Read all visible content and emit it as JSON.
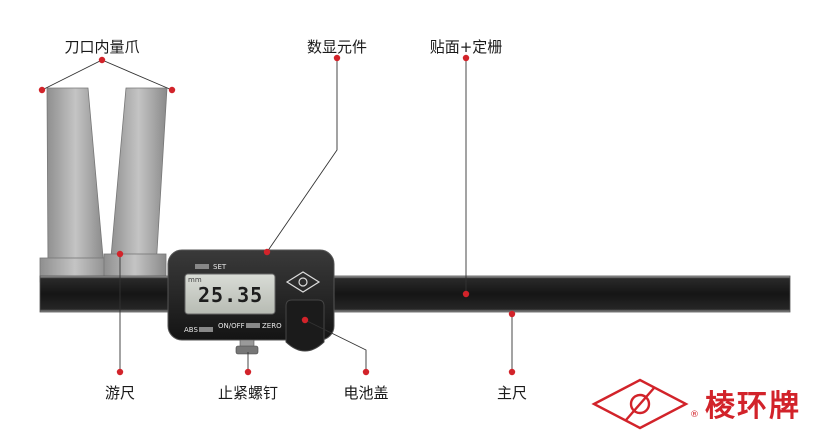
{
  "callouts": {
    "inner_jaw": "刀口内量爪",
    "display_unit": "数显元件",
    "reference_face": "贴面+定栅",
    "slider": "游尺",
    "lock_screw": "止紧螺钉",
    "battery_cover": "电池盖",
    "main_beam": "主尺"
  },
  "display": {
    "reading": "25.35",
    "set_label": "SET",
    "abs_label": "ABS",
    "onoff_label": "ON/OFF",
    "zero_label": "ZERO",
    "mm_label": "mm"
  },
  "brand": {
    "name": "棱环牌",
    "registered_mark": "®",
    "color": "#d2232a"
  },
  "colors": {
    "callout_dot": "#d2232a",
    "beam": "#1c1c1c",
    "steel": "#a9a9a9"
  }
}
